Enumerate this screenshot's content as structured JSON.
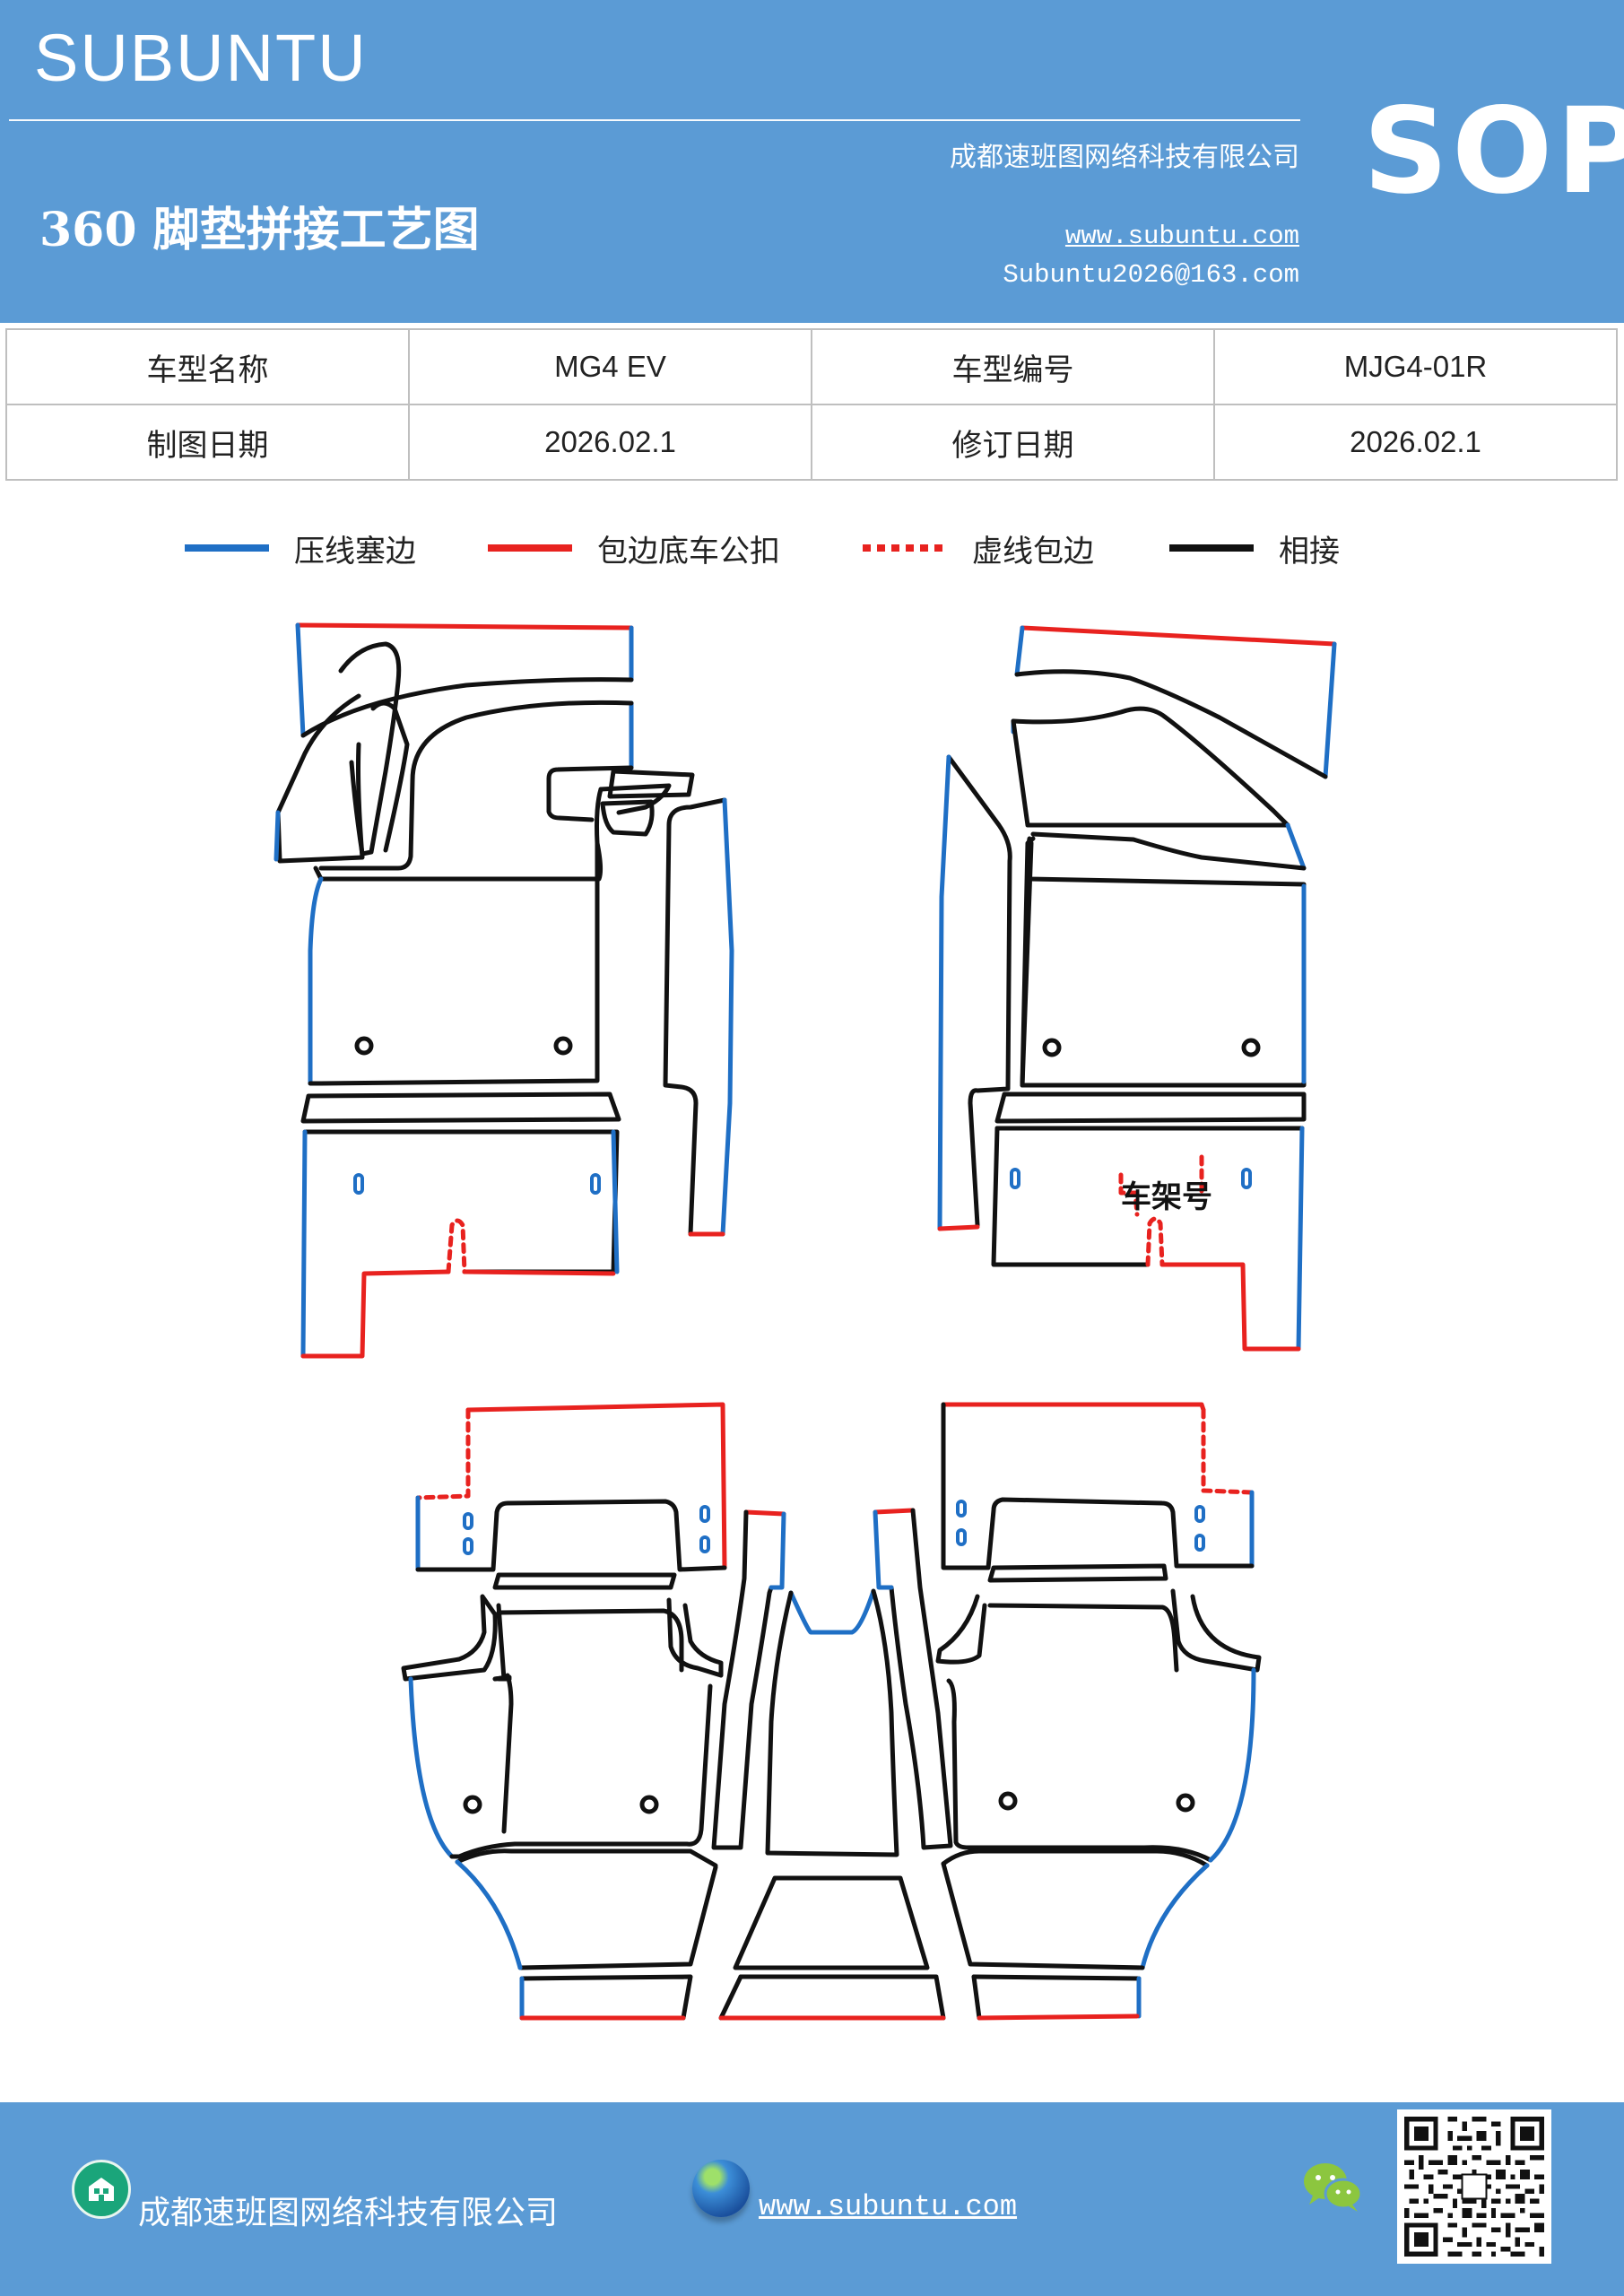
{
  "header": {
    "brand": "SUBUNTU",
    "company": "成都速班图网络科技有限公司",
    "title": "360 脚垫拼接工艺图",
    "website": "www.subuntu.com",
    "email": "Subuntu2026@163.com",
    "sop_label": "SOP",
    "background_color": "#5b9bd5"
  },
  "info_table": {
    "rows": [
      {
        "label1": "车型名称",
        "value1": "MG4  EV",
        "label2": "车型编号",
        "value2": "MJG4-01R"
      },
      {
        "label1": "制图日期",
        "value1": "2026.02.1",
        "label2": "修订日期",
        "value2": "2026.02.1"
      }
    ]
  },
  "legend": [
    {
      "label": "压线塞边",
      "style": "solid",
      "color": "#1f6fc5"
    },
    {
      "label": "包边底车公扣",
      "style": "solid",
      "color": "#e8221f"
    },
    {
      "label": "虚线包边",
      "style": "dotted",
      "color": "#e8221f"
    },
    {
      "label": "相接",
      "style": "solid",
      "color": "#111111"
    }
  ],
  "diagram": {
    "frame_number_label": "车架号"
  },
  "footer": {
    "company": "成都速班图网络科技有限公司",
    "website": "www.subuntu.com",
    "company_icon": "building-icon",
    "website_icon": "globe-icon",
    "social_icon": "wechat-icon",
    "qr": "qr-code"
  }
}
